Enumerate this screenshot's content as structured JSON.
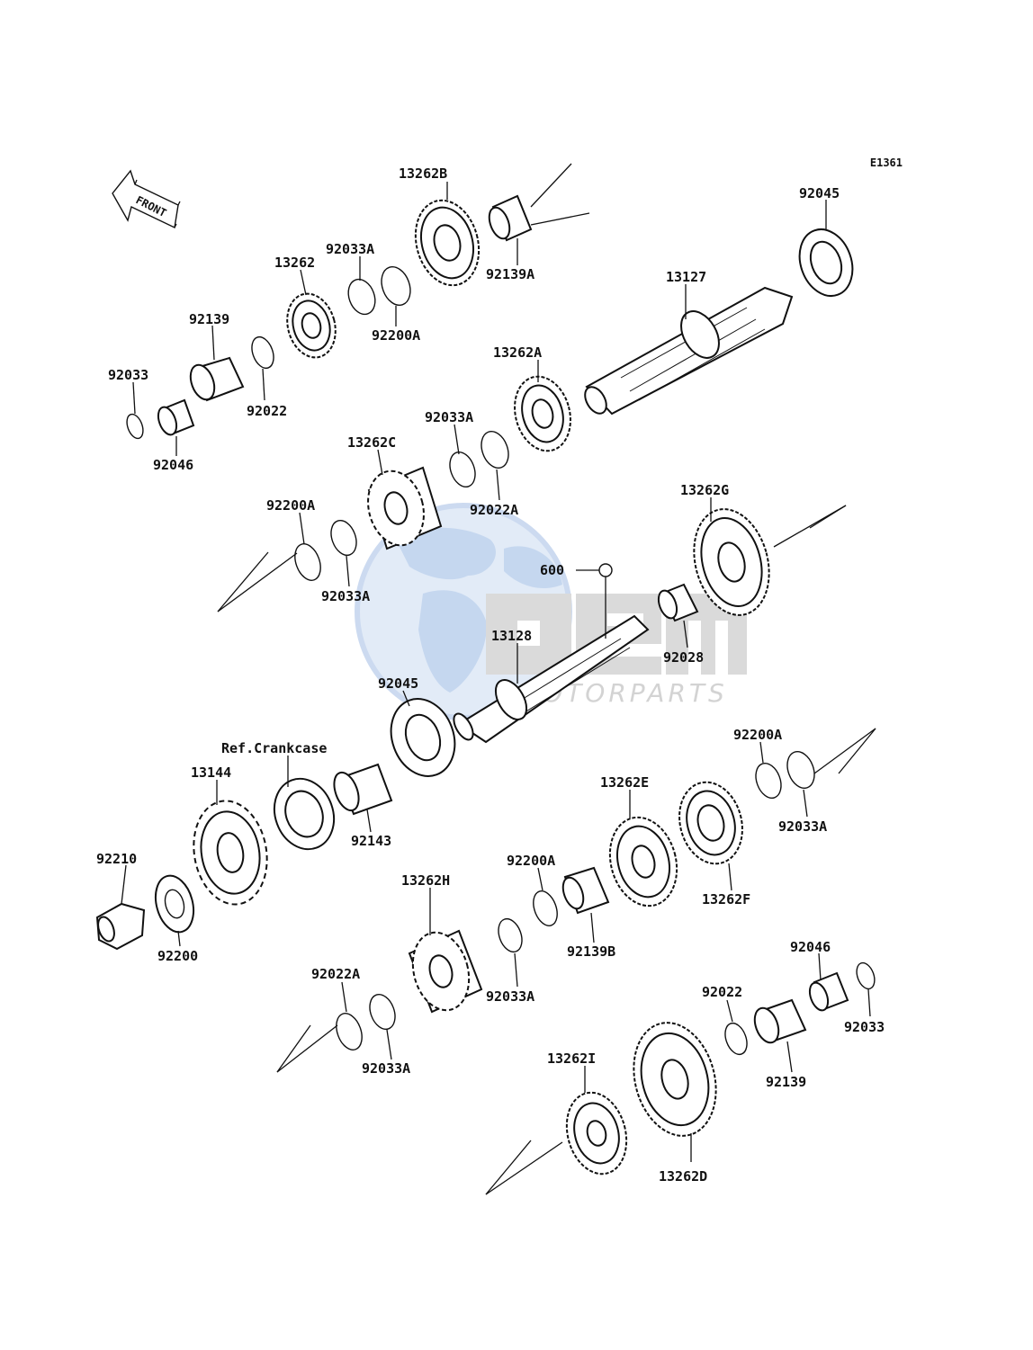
{
  "diagram_id": "E1361",
  "front_label": "FRONT",
  "watermark": {
    "brand": "OEM",
    "sub": "MOTORPARTS"
  },
  "ref_note": "Ref.Crankcase",
  "part_labels": {
    "p13262B": "13262B",
    "p92139A": "92139A",
    "p92045_top": "92045",
    "p92033A_1": "92033A",
    "p13262": "13262",
    "p92200A_1": "92200A",
    "p13127": "13127",
    "p92139_top": "92139",
    "p92022_top": "92022",
    "p92033_top": "92033",
    "p92046_top": "92046",
    "p13262A": "13262A",
    "p92033A_2": "92033A",
    "p13262C": "13262C",
    "p92022A_1": "92022A",
    "p13262G": "13262G",
    "p92200A_2": "92200A",
    "p92033A_3": "92033A",
    "p600": "600",
    "p13128": "13128",
    "p92028": "92028",
    "p92045_mid": "92045",
    "p13144": "13144",
    "p92200A_3": "92200A",
    "p92143": "92143",
    "p13262E": "13262E",
    "p92033A_4": "92033A",
    "p92210": "92210",
    "p92200A_4": "92200A",
    "p13262F": "13262F",
    "p92200": "92200",
    "p13262H": "13262H",
    "p92139B": "92139B",
    "p92046_bot": "92046",
    "p92022A_2": "92022A",
    "p92033A_5": "92033A",
    "p92022_bot": "92022",
    "p92033_bot": "92033",
    "p92033A_6": "92033A",
    "p92139_bot": "92139",
    "p13262I": "13262I",
    "p13262D": "13262D"
  }
}
